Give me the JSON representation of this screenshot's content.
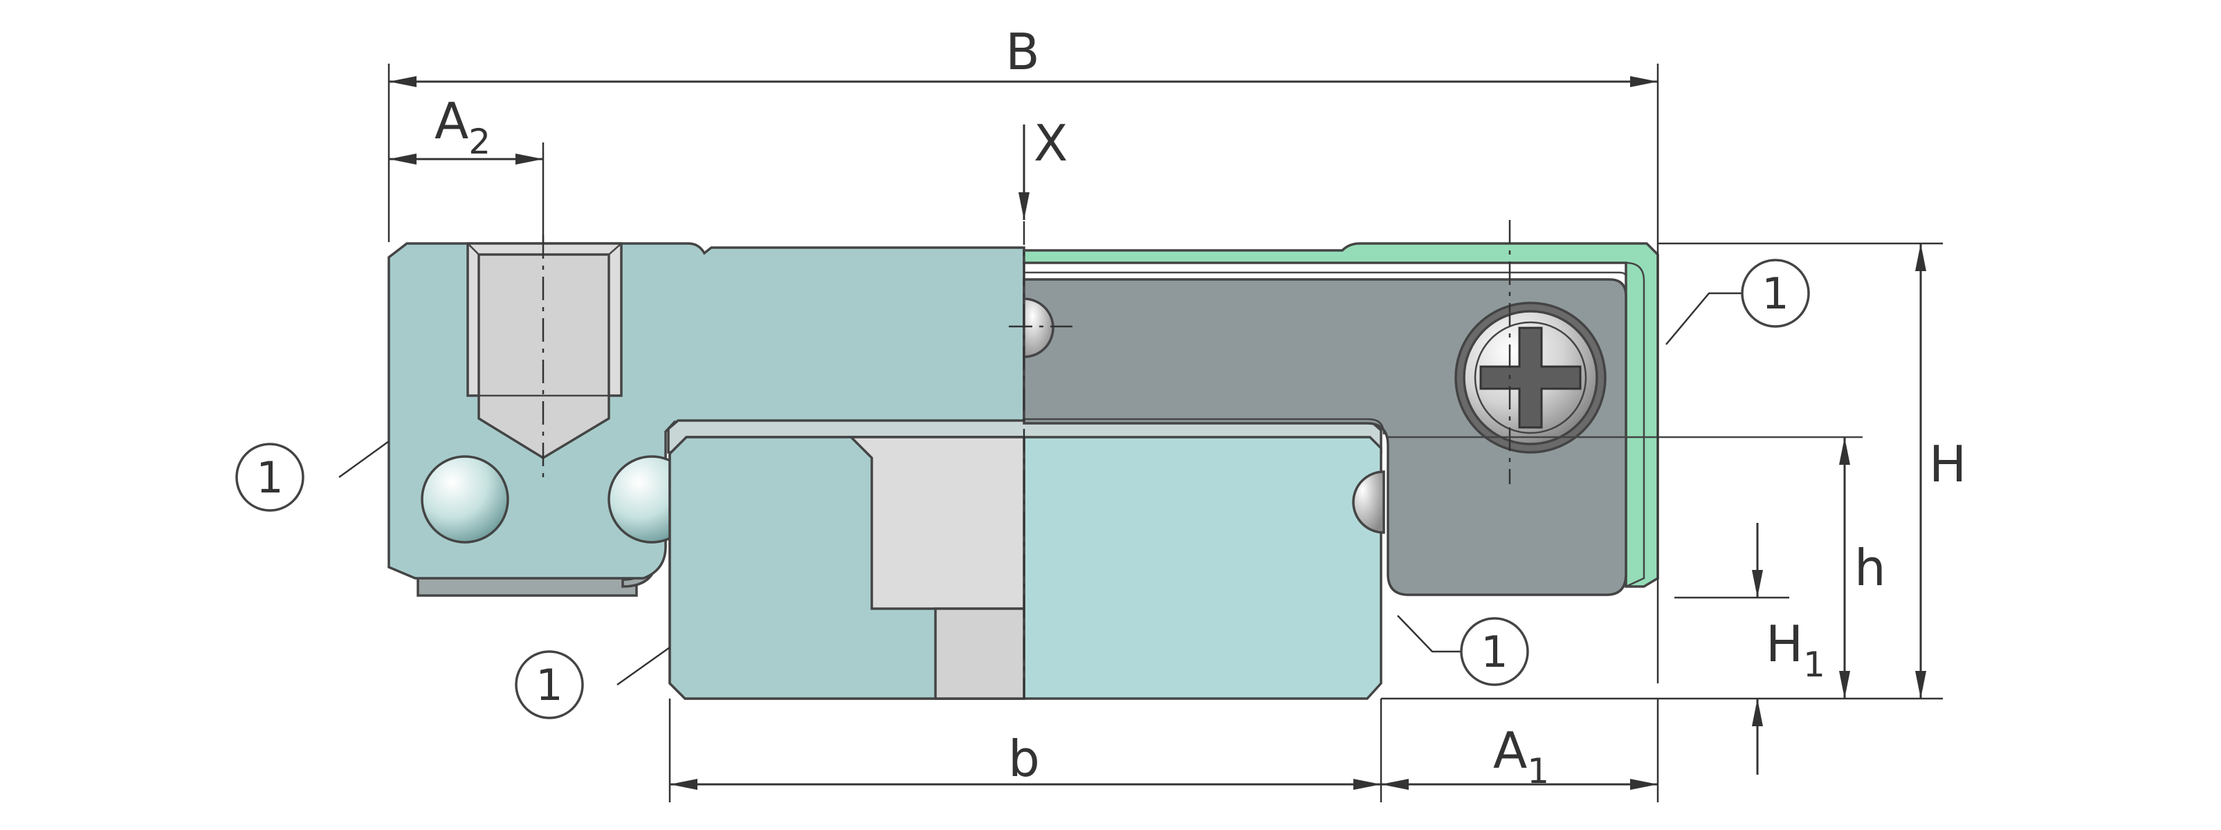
{
  "drawing": {
    "dimensions": {
      "B": {
        "main": "B"
      },
      "A2": {
        "main": "A",
        "sub": "2"
      },
      "X": {
        "main": "X"
      },
      "H": {
        "main": "H"
      },
      "h": {
        "main": "h"
      },
      "H1": {
        "main": "H",
        "sub": "1"
      },
      "b": {
        "main": "b"
      },
      "A1": {
        "main": "A",
        "sub": "1"
      }
    },
    "callout_label": "1",
    "colors": {
      "block_teal": "#a7cbcb",
      "rail_teal": "#b2d9d9",
      "end_cap_grey": "#8f999b",
      "seal_green": "#95ddb8",
      "bore_grey": "#d9d9d9",
      "outline": "#444444"
    }
  }
}
